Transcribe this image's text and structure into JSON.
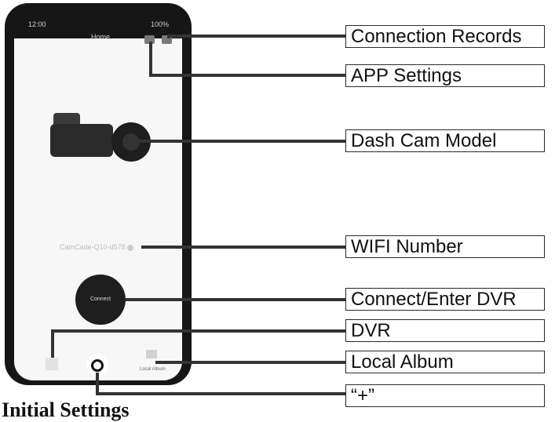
{
  "phone": {
    "status_left": "12:00",
    "status_right": "100%",
    "header_title": "Home",
    "wifi_number": "CamCade-Q10-d578",
    "connect_button_label": "Connect",
    "album_tab_label": "Local Album"
  },
  "callouts": {
    "connection_records": "Connection Records",
    "app_settings": "APP Settings",
    "dash_cam_model": "Dash Cam Model",
    "wifi_number": "WIFI Number",
    "connect_enter_dvr": "Connect/Enter DVR",
    "dvr": "DVR",
    "local_album": "Local Album",
    "plus": "“+”"
  },
  "footer": {
    "text": "Initial Settings"
  },
  "icons": {
    "connection_records": "records-icon",
    "app_settings": "settings-icon",
    "dvr_tab": "dvr-icon",
    "plus_button": "plus-icon",
    "album_tab": "album-icon"
  },
  "colors": {
    "phone_frame": "#161616",
    "screen": "#f7f7f7",
    "button": "#1e1e1e",
    "callout_border": "#2a2a2a"
  }
}
